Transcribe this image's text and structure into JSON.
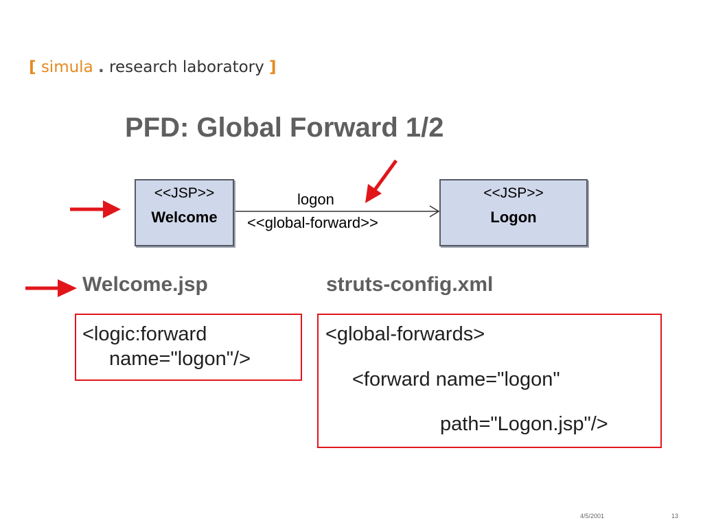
{
  "brand": {
    "open_bracket": "[",
    "name": "simula",
    "separator": ".",
    "rest": "research laboratory",
    "close_bracket": "]"
  },
  "slide": {
    "title": "PFD: Global Forward 1/2"
  },
  "diagram": {
    "source_box": {
      "stereotype": "<<JSP>>",
      "name": "Welcome"
    },
    "target_box": {
      "stereotype": "<<JSP>>",
      "name": "Logon"
    },
    "edge": {
      "name": "logon",
      "stereotype": "<<global-forward>>"
    }
  },
  "sections": {
    "welcome_heading": "Welcome.jsp",
    "struts_heading": "struts-config.xml"
  },
  "code": {
    "welcome_jsp": [
      "<logic:forward",
      "name=\"logon\"/>"
    ],
    "struts_config": [
      "<global-forwards>",
      "<forward name=\"logon\"",
      "path=\"Logon.jsp\"/>"
    ]
  },
  "footer": {
    "date": "4/5/2001",
    "page_number": "13"
  },
  "colors": {
    "brand_orange": "#e58a1f",
    "title_gray": "#5f5f5f",
    "box_fill": "#cfd7ea",
    "highlight_red": "#e0161b"
  }
}
